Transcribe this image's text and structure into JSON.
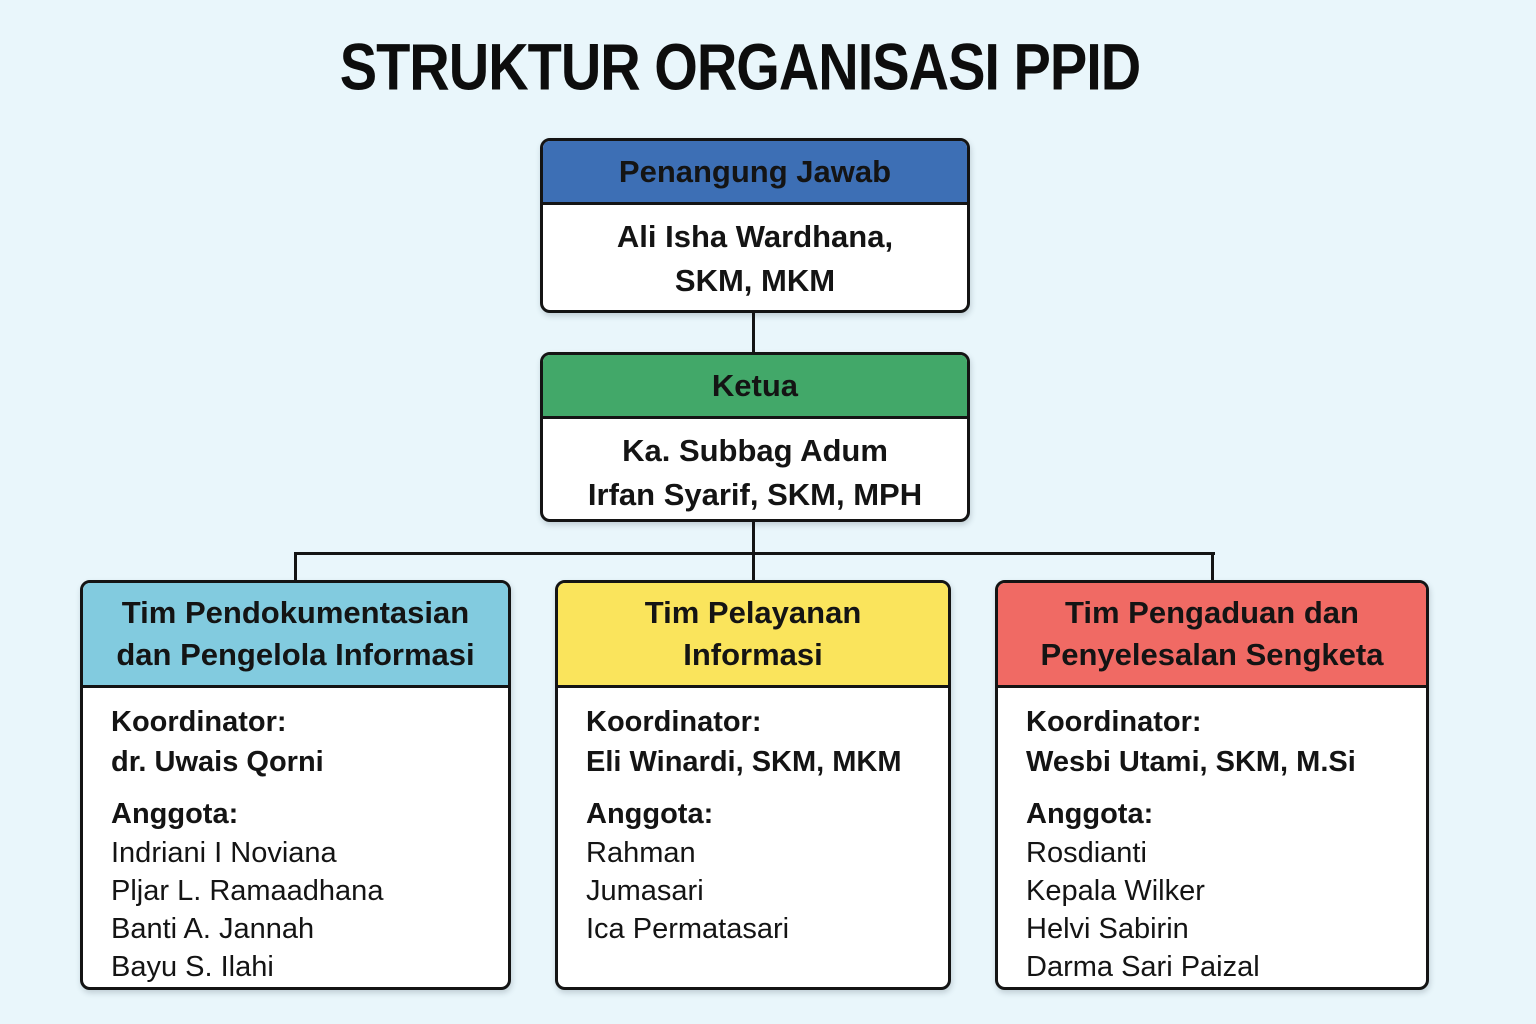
{
  "title": "STRUKTUR ORGANISASI PPID",
  "colors": {
    "background": "#e9f6fb",
    "border": "#141414",
    "box_body": "#ffffff",
    "penangung_jawab_header": "#3d6fb5",
    "ketua_header": "#42a869",
    "tim_pendokumentasian_header": "#82cbdf",
    "tim_pelayanan_header": "#fae45c",
    "tim_pengaduan_header": "#f06a64"
  },
  "labels": {
    "koordinator": "Koordinator:",
    "anggota": "Anggota:"
  },
  "nodes": {
    "penangung_jawab": {
      "title": "Penangung Jawab",
      "name": "Ali Isha Wardhana, SKM, MKM",
      "name_lines": [
        "Ali Isha Wardhana,",
        "SKM, MKM"
      ],
      "header_color": "#3d6fb5"
    },
    "ketua": {
      "title": "Ketua",
      "name": "Ka. Subbag Adum Irfan Syarif, SKM, MPH",
      "name_lines": [
        "Ka. Subbag Adum",
        "Irfan Syarif, SKM, MPH"
      ],
      "header_color": "#42a869"
    }
  },
  "teams": [
    {
      "title": "Tim Pendokumentasian dan Pengelola Informasi",
      "title_lines": [
        "Tim Pendokumentasian",
        "dan Pengelola Informasi"
      ],
      "header_color": "#82cbdf",
      "koordinator": "dr. Uwais Qorni",
      "members": [
        "Indriani I Noviana",
        "Pljar L. Ramaadhana",
        "Banti A. Jannah",
        "Bayu S. Ilahi"
      ]
    },
    {
      "title": "Tim Pelayanan Informasi",
      "title_lines": [
        "Tim Pelayanan",
        "Informasi"
      ],
      "header_color": "#fae45c",
      "koordinator": "Eli Winardi, SKM, MKM",
      "members": [
        "Rahman",
        "Jumasari",
        "Ica Permatasari"
      ]
    },
    {
      "title": "Tim Pengaduan dan Penyelesalan Sengketa",
      "title_lines": [
        "Tim Pengaduan dan",
        "Penyelesalan Sengketa"
      ],
      "header_color": "#f06a64",
      "koordinator": "Wesbi Utami, SKM, M.Si",
      "members": [
        "Rosdianti",
        "Kepala Wilker",
        "Helvi Sabirin",
        "Darma Sari Paizal"
      ]
    }
  ]
}
